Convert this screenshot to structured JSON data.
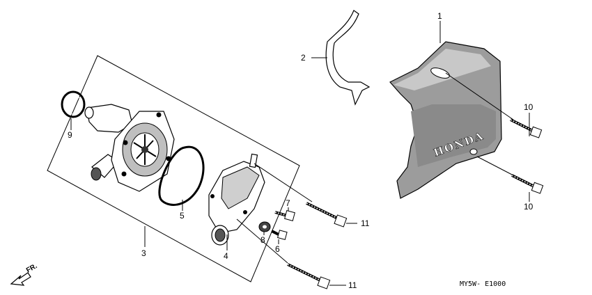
{
  "callouts": {
    "c1": "1",
    "c2": "2",
    "c3": "3",
    "c4": "4",
    "c5": "5",
    "c6": "6",
    "c7": "7",
    "c8": "8",
    "c9": "9",
    "c10a": "10",
    "c10b": "10",
    "c11a": "11",
    "c11b": "11"
  },
  "cover_brand": "HONDA",
  "front_label": "FR.",
  "diagram_code": "MY5W- E1000"
}
